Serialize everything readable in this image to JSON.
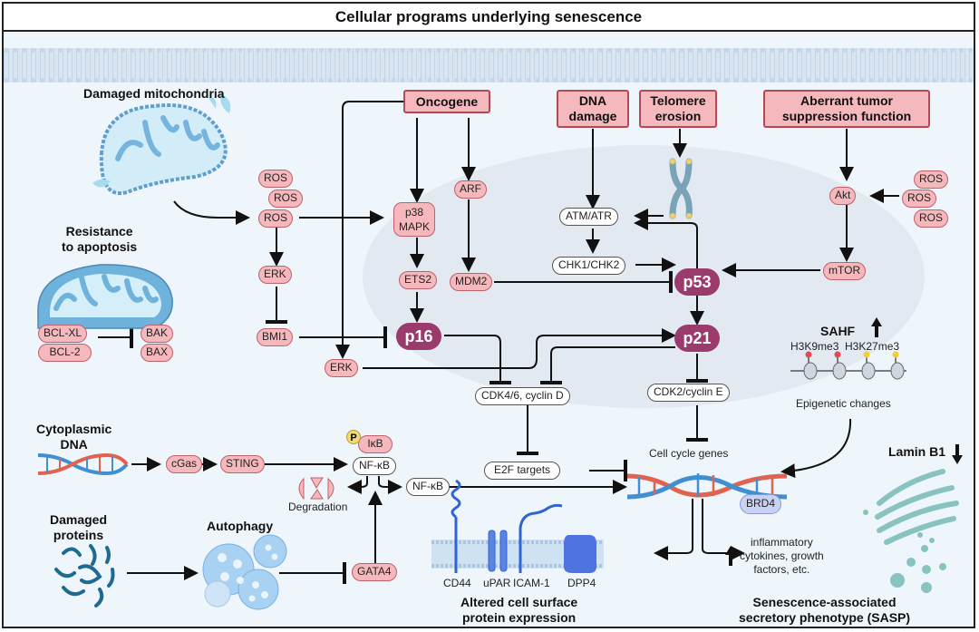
{
  "title": "Cellular programs underlying senescence",
  "colors": {
    "pink_fill": "#f5b8bd",
    "pink_border": "#b04a55",
    "hub_fill": "#9b3a6d",
    "cytoplasm": "#eef5fb",
    "nucleus": "#e2e9f1",
    "dna_red": "#e0634f",
    "dna_blue": "#3f8fd2",
    "protein_blue": "#2f63d6",
    "sasp_teal": "#88c3c0"
  },
  "inputs": {
    "oncogene": "Oncogene",
    "dna_damage": "DNA\ndamage",
    "telomere_erosion": "Telomere\nerosion",
    "aberrant_tumor": "Aberrant tumor\nsuppression function"
  },
  "labels": {
    "damaged_mitochondria": "Damaged mitochondria",
    "resistance_apoptosis": "Resistance\nto apoptosis",
    "cytoplasmic_dna": "Cytoplasmic\nDNA",
    "damaged_proteins": "Damaged\nproteins",
    "autophagy": "Autophagy",
    "degradation": "Degradation",
    "sahf": "SAHF",
    "h3k9me3": "H3K9me3",
    "h3k27me3": "H3K27me3",
    "epigenetic_changes": "Epigenetic changes",
    "cell_cycle_genes": "Cell cycle genes",
    "lamin_b1": "Lamin B1",
    "altered_surface": "Altered cell surface\nprotein expression",
    "sasp": "Senescence-associated\nsecretory phenotype (SASP)",
    "sasp_factors": "inflammatory\ncytokines, growth\nfactors, etc."
  },
  "nodes": {
    "ros": "ROS",
    "erk": "ERK",
    "bmi1": "BMI1",
    "bcl_xl": "BCL-XL",
    "bcl_2": "BCL-2",
    "bak": "BAK",
    "bax": "BAX",
    "p38_mapk": "p38\nMAPK",
    "ets2": "ETS2",
    "arf": "ARF",
    "mdm2": "MDM2",
    "p16": "p16",
    "p53": "p53",
    "p21": "p21",
    "atm_atr": "ATM/ATR",
    "chk1_chk2": "CHK1/CHK2",
    "akt": "Akt",
    "mtor": "mTOR",
    "cdk46": "CDK4/6, cyclin D",
    "cdk2": "CDK2/cyclin E",
    "e2f": "E2F targets",
    "cgas": "cGas",
    "sting": "STING",
    "ikb": "IκB",
    "p": "P",
    "nfkb": "NF-κB",
    "gata4": "GATA4",
    "brd4": "BRD4"
  },
  "surface_proteins": [
    "CD44",
    "uPAR",
    "ICAM-1",
    "DPP4"
  ]
}
